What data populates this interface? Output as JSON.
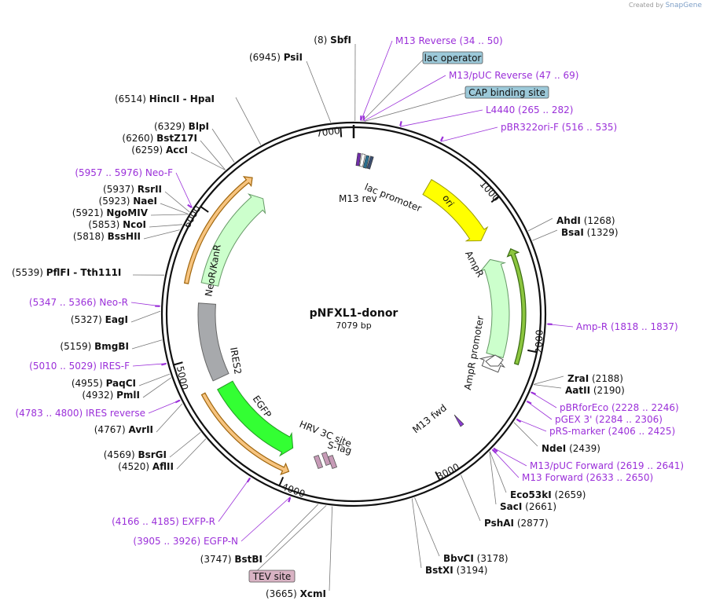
{
  "credit": {
    "prefix": "Created by",
    "brand": "SnapGene"
  },
  "plasmid": {
    "name": "pNFXL1-donor",
    "length_label": "7079 bp",
    "length": 7079
  },
  "ticks": [
    {
      "pos": 1000,
      "label": "1000"
    },
    {
      "pos": 2000,
      "label": "2000"
    },
    {
      "pos": 3000,
      "label": "3000"
    },
    {
      "pos": 4000,
      "label": "4000"
    },
    {
      "pos": 5000,
      "label": "5000"
    },
    {
      "pos": 6000,
      "label": "6000"
    },
    {
      "pos": 7000,
      "label": "7000"
    }
  ],
  "features": [
    {
      "name": "ori",
      "start": 590,
      "end": 1180,
      "dir": 1,
      "color": "#ffff00",
      "stroke": "#999900",
      "ring": 1
    },
    {
      "name": "AmpR",
      "start": 1340,
      "end": 2090,
      "dir": -1,
      "color": "#ccffcc",
      "stroke": "#669966",
      "ring": 1
    },
    {
      "name": "AmpR promoter",
      "start": 2090,
      "end": 2200,
      "dir": -1,
      "color": "#ffffff",
      "stroke": "#555555",
      "ring": 1
    },
    {
      "name": "NeoR/KanR",
      "start": 5540,
      "end": 6330,
      "dir": 1,
      "color": "#ccffcc",
      "stroke": "#669966",
      "ring": 1
    },
    {
      "name": "IRES2",
      "start": 4810,
      "end": 5390,
      "dir": 0,
      "color": "#a7a9ac",
      "stroke": "#666666",
      "ring": 1
    },
    {
      "name": "EGFP",
      "start": 4020,
      "end": 4740,
      "dir": -1,
      "color": "#33ff33",
      "stroke": "#229922",
      "ring": 1
    }
  ],
  "orf_arcs": [
    {
      "start": 1325,
      "end": 2105,
      "dir": -1,
      "color": "#8cc63f",
      "stroke": "#3a6b12"
    },
    {
      "start": 5515,
      "end": 6360,
      "dir": 1,
      "color": "#f7c47f",
      "stroke": "#a0660d"
    },
    {
      "start": 3980,
      "end": 4760,
      "dir": -1,
      "color": "#f7c47f",
      "stroke": "#a0660d"
    }
  ],
  "feature_labels": [
    {
      "text": "lac promoter"
    },
    {
      "text": "M13 rev"
    },
    {
      "text": "M13 fwd"
    },
    {
      "text": "HRV 3C site"
    },
    {
      "text": "S-Tag"
    }
  ],
  "boxed_features": [
    {
      "text": "lac operator",
      "color": "#9cc9d9"
    },
    {
      "text": "CAP binding site",
      "color": "#9cc9d9"
    },
    {
      "text": "TEV site",
      "color": "#d9b3c4"
    }
  ],
  "sites": [
    {
      "pos_text": "(8)",
      "name": "SbfI"
    },
    {
      "pos_text": "(6945)",
      "name": "PsiI"
    },
    {
      "pos_text": "(6514)",
      "name": "HincII",
      "extra": "- HpaI"
    },
    {
      "pos_text": "(6329)",
      "name": "BlpI"
    },
    {
      "pos_text": "(6260)",
      "name": "BstZ17I"
    },
    {
      "pos_text": "(6259)",
      "name": "AccI"
    },
    {
      "pos_text": "(5937)",
      "name": "RsrII"
    },
    {
      "pos_text": "(5923)",
      "name": "NaeI"
    },
    {
      "pos_text": "(5921)",
      "name": "NgoMIV"
    },
    {
      "pos_text": "(5853)",
      "name": "NcoI"
    },
    {
      "pos_text": "(5818)",
      "name": "BssHII"
    },
    {
      "pos_text": "(5539)",
      "name": "PflFI",
      "extra": "- Tth111I"
    },
    {
      "pos_text": "(5327)",
      "name": "EagI"
    },
    {
      "pos_text": "(5159)",
      "name": "BmgBI"
    },
    {
      "pos_text": "(4955)",
      "name": "PaqCI"
    },
    {
      "pos_text": "(4932)",
      "name": "PmlI"
    },
    {
      "pos_text": "(4767)",
      "name": "AvrII"
    },
    {
      "pos_text": "(4569)",
      "name": "BsrGI"
    },
    {
      "pos_text": "(4520)",
      "name": "AflII"
    },
    {
      "pos_text": "(3747)",
      "name": "BstBI"
    },
    {
      "pos_text": "(3665)",
      "name": "XcmI"
    },
    {
      "pos_text": "(1268)",
      "name": "AhdI"
    },
    {
      "pos_text": "(1329)",
      "name": "BsaI"
    },
    {
      "pos_text": "(2188)",
      "name": "ZraI"
    },
    {
      "pos_text": "(2190)",
      "name": "AatII"
    },
    {
      "pos_text": "(2439)",
      "name": "NdeI"
    },
    {
      "pos_text": "(2659)",
      "name": "Eco53kI"
    },
    {
      "pos_text": "(2661)",
      "name": "SacI"
    },
    {
      "pos_text": "(2877)",
      "name": "PshAI"
    },
    {
      "pos_text": "(3178)",
      "name": "BbvCI"
    },
    {
      "pos_text": "(3194)",
      "name": "BstXI"
    }
  ],
  "primers": [
    {
      "name": "M13 Reverse",
      "range": "(34 .. 50)"
    },
    {
      "name": "M13/pUC Reverse",
      "range": "(47 .. 69)"
    },
    {
      "name": "L4440",
      "range": "(265 .. 282)"
    },
    {
      "name": "pBR322ori-F",
      "range": "(516 .. 535)"
    },
    {
      "name": "Amp-R",
      "range": "(1818 .. 1837)"
    },
    {
      "name": "pBRforEco",
      "range": "(2228 .. 2246)"
    },
    {
      "name": "pGEX 3'",
      "range": "(2284 .. 2306)"
    },
    {
      "name": "pRS-marker",
      "range": "(2406 .. 2425)"
    },
    {
      "name": "M13/pUC Forward",
      "range": "(2619 .. 2641)"
    },
    {
      "name": "M13 Forward",
      "range": "(2633 .. 2650)"
    },
    {
      "name": "Neo-F",
      "range": "(5957 .. 5976)"
    },
    {
      "name": "Neo-R",
      "range": "(5347 .. 5366)"
    },
    {
      "name": "IRES-F",
      "range": "(5010 .. 5029)"
    },
    {
      "name": "IRES reverse",
      "range": "(4783 .. 4800)"
    },
    {
      "name": "EXFP-R",
      "range": "(4166 .. 4185)"
    },
    {
      "name": "EGFP-N",
      "range": "(3905 .. 3926)"
    }
  ]
}
